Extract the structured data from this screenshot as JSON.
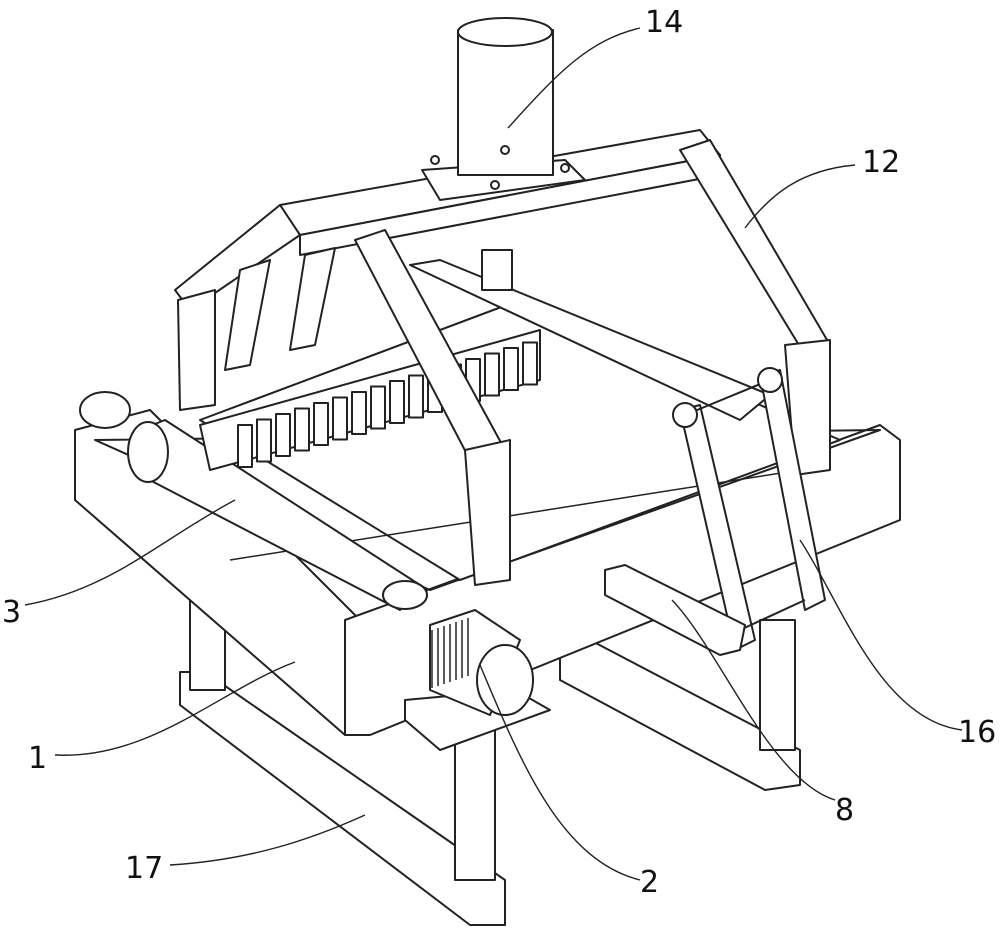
{
  "figure": {
    "labels": {
      "l14": "14",
      "l12": "12",
      "l3": "3",
      "l1": "1",
      "l17": "17",
      "l2": "2",
      "l8": "8",
      "l16": "16"
    }
  }
}
